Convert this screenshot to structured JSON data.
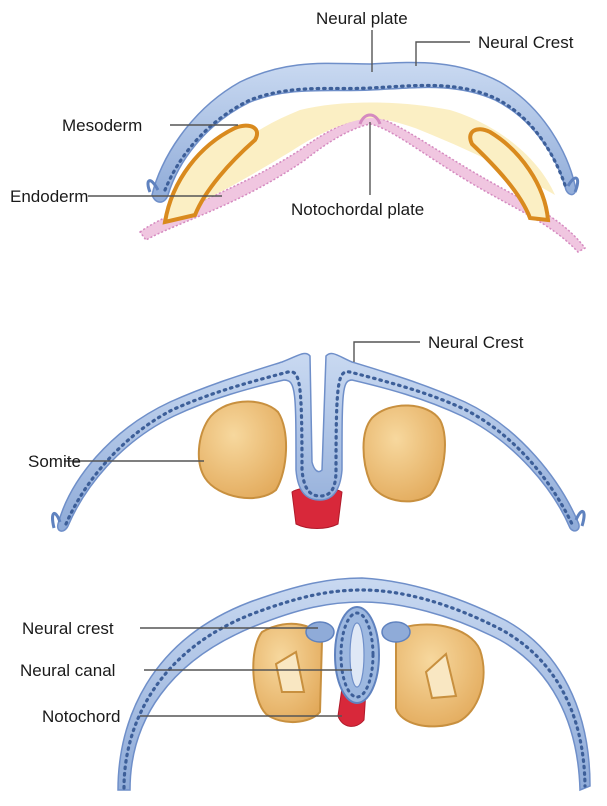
{
  "colors": {
    "ectoderm": "#9db8e0",
    "ectoderm_dark": "#5f82bf",
    "cell_dots": "#3d5f99",
    "mesoderm_fill": "#fbefc4",
    "mesoderm_edge": "#d98a1e",
    "endoderm": "#e3a6cf",
    "somite": "#efc480",
    "somite_edge": "#c8903f",
    "notochord": "#d8283a",
    "leader_line": "#555555"
  },
  "stage1": {
    "labels": {
      "neural_plate": "Neural plate",
      "neural_crest": "Neural Crest",
      "mesoderm": "Mesoderm",
      "endoderm": "Endoderm",
      "notochordal_plate": "Notochordal plate"
    }
  },
  "stage2": {
    "labels": {
      "neural_crest": "Neural Crest",
      "somite": "Somite"
    }
  },
  "stage3": {
    "labels": {
      "neural_crest": "Neural crest",
      "neural_canal": "Neural canal",
      "notochord": "Notochord"
    }
  }
}
